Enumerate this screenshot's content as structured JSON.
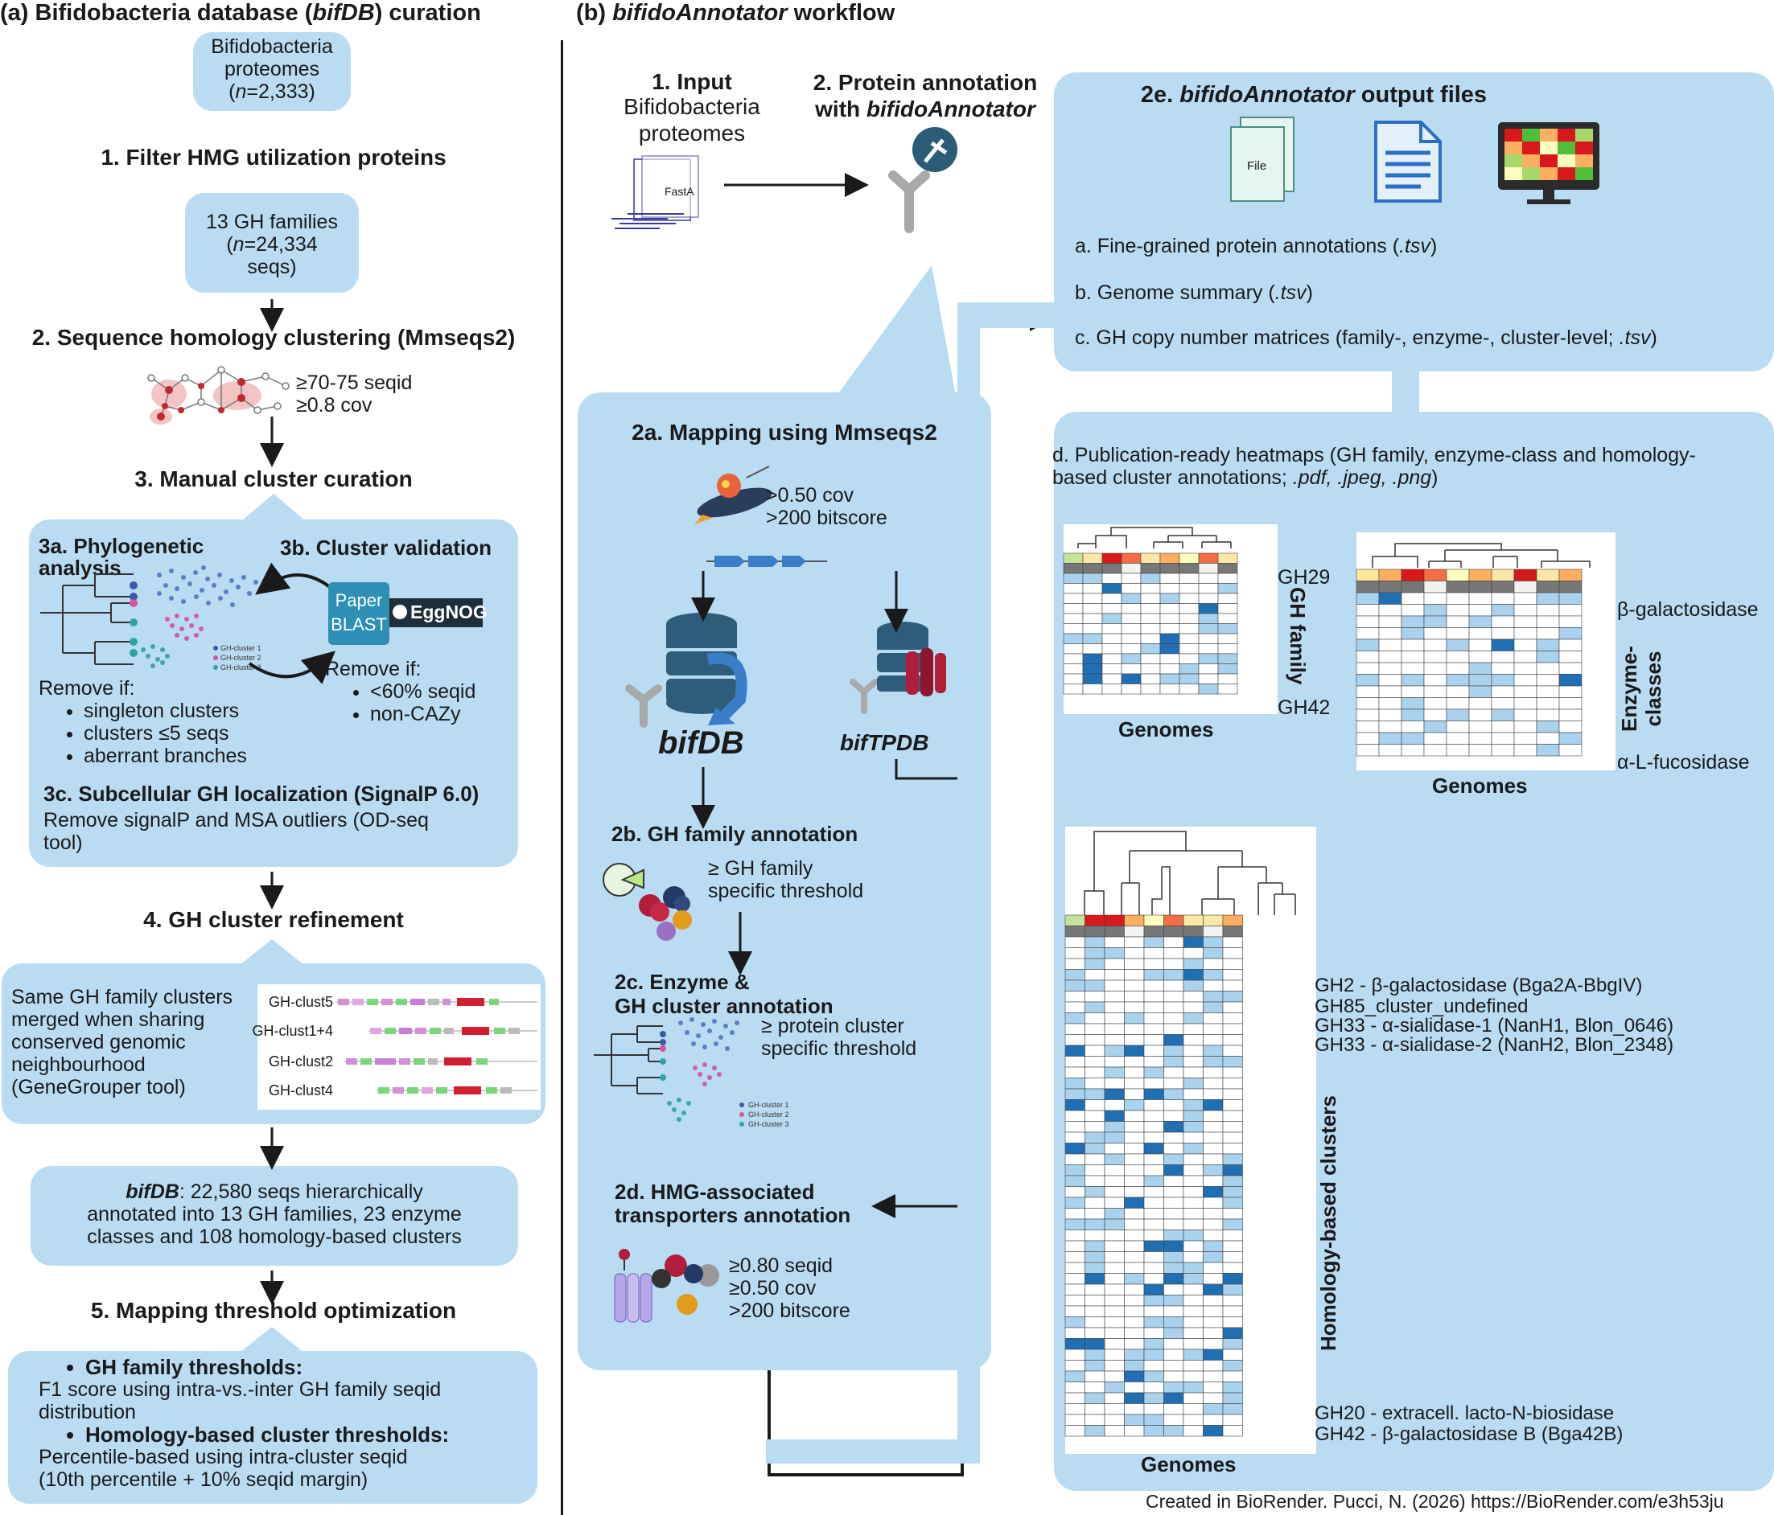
{
  "panel_a": {
    "title_prefix": "(a) Bifidobacteria database (",
    "title_em": "bifDB",
    "title_suffix": ") curation",
    "proteomes": {
      "line1": "Bifidobacteria",
      "line2": "proteomes",
      "n_label": "n",
      "n_value": "=2,333)",
      "open": "("
    },
    "step1": "1. Filter HMG utilization proteins",
    "gh_families": {
      "line1": "13 GH families",
      "open": "(",
      "n_label": "n",
      "n_value": "=24,334",
      "line3": "seqs)"
    },
    "step2": "2. Sequence homology clustering  (Mmseqs2)",
    "cluster_params": {
      "line1": "≥70-75 seqid",
      "line2": "≥0.8 cov"
    },
    "step3": "3. Manual cluster curation",
    "s3a": {
      "line1": "3a. Phylogenetic",
      "line2": "analysis"
    },
    "s3b": "3b. Cluster validation",
    "paper_blast": {
      "line1": "Paper",
      "line2": "BLAST"
    },
    "eggnog": "EggNOG",
    "legend_clusters": [
      "GH-cluster 1",
      "GH-cluster 2",
      "GH-cluster 3"
    ],
    "remove_left": {
      "title": "Remove if:",
      "items": [
        "singleton clusters",
        "clusters ≤5 seqs",
        "aberrant branches"
      ]
    },
    "remove_right": {
      "title": "Remove if:",
      "items": [
        "<60% seqid",
        "non-CAZy"
      ]
    },
    "s3c": "3c. Subcellular GH localization (SignalP 6.0)",
    "s3c_text": {
      "line1": "Remove signalP and MSA outliers (OD-seq",
      "line2": "tool)"
    },
    "step4": "4. GH cluster refinement",
    "refine_text": [
      "Same GH family clusters",
      "merged when sharing",
      "conserved genomic",
      "neighbourhood",
      "(GeneGrouper tool)"
    ],
    "gene_rows": [
      "GH-clust5",
      "GH-clust1+4",
      "GH-clust2",
      "GH-clust4"
    ],
    "bifdb_summary": {
      "em": "bifDB",
      "line1": ": 22,580 seqs hierarchically",
      "line2": "annotated into 13 GH families, 23 enzyme",
      "line3": "classes and 108 homology-based clusters"
    },
    "step5": "5. Mapping threshold optimization",
    "thresholds": {
      "gh_title": "GH family thresholds:",
      "gh_text": [
        "F1 score using intra-vs.-inter GH family seqid",
        "distribution"
      ],
      "hc_title": "Homology-based cluster thresholds:",
      "hc_text": [
        "Percentile-based using intra-cluster seqid",
        "(10th percentile + 10% seqid margin)"
      ]
    }
  },
  "panel_b": {
    "title_prefix": "(b) ",
    "title_em": "bifidoAnnotator",
    "title_suffix": " workflow",
    "input": {
      "title": "1.  Input",
      "line1": "Bifidobacteria",
      "line2": "proteomes",
      "file_label": "FastA"
    },
    "annotation": {
      "line1": "2. Protein annotation",
      "line2_prefix": "with ",
      "line2_em": "bifidoAnnotator"
    },
    "mapping": {
      "title": "2a. Mapping using Mmseqs2",
      "line1": ">0.50 cov",
      "line2": ">200 bitscore"
    },
    "bifdb_label": "bifDB",
    "biftpdb_label": "bifTPDB",
    "s2b": {
      "title": "2b. GH family annotation",
      "line1": "≥ GH family",
      "line2": "specific threshold"
    },
    "s2c": {
      "line1": "2c. Enzyme &",
      "line2": "GH cluster annotation",
      "t1": "≥ protein cluster",
      "t2": "specific threshold"
    },
    "s2d": {
      "line1": "2d. HMG-associated",
      "line2": "transporters annotation",
      "p1": "≥0.80 seqid",
      "p2": "≥0.50 cov",
      "p3": ">200 bitscore"
    },
    "output": {
      "title_prefix": "2e. ",
      "title_em": "bifidoAnnotator",
      "title_suffix": " output files",
      "file_icon_label": "File",
      "a": {
        "text": "a. Fine-grained protein annotations (",
        "em": ".tsv",
        "close": ")"
      },
      "b": {
        "text": "b. Genome summary (",
        "em": ".tsv",
        "close": ")"
      },
      "c": {
        "text": "c. GH copy number matrices (family-, enzyme-, cluster-level; ",
        "em": ".tsv",
        "close": ")"
      }
    },
    "heatmaps": {
      "d_line1": "d. Publication-ready heatmaps (GH family, enzyme-class and homology-",
      "d_line2_prefix": "based cluster annotations; ",
      "d_line2_em": ".pdf, .jpeg, .png",
      "d_line2_suffix": ")",
      "hm1": {
        "top_label": "GH29",
        "bottom_label": "GH42",
        "side_label": "GH family",
        "x_label": "Genomes"
      },
      "hm2": {
        "top_label": "β-galactosidase",
        "bottom_label": "α-L-fucosidase",
        "side_label_1": "Enzyme-",
        "side_label_2": "classes",
        "x_label": "Genomes"
      },
      "hm3": {
        "labels_top": [
          "GH2 - β-galactosidase (Bga2A-BbgIV)",
          "GH85_cluster_undefined",
          "GH33 - α-sialidase-1 (NanH1, Blon_0646)",
          "GH33 - α-sialidase-2 (NanH2, Blon_2348)"
        ],
        "labels_bottom": [
          "GH20 - extracell. lacto-N-biosidase",
          "GH42 - β-galactosidase B (Bga42B)"
        ],
        "side_label": "Homology-based clusters",
        "x_label": "Genomes"
      }
    }
  },
  "credit": "Created in BioRender. Pucci, N. (2026) https://BioRender.com/e3h53ju",
  "colors": {
    "box": "#b9dcf2",
    "arrow": "#1a1a1a",
    "heat_blue": "#1f6fb4",
    "heat_light": "#a9d2ee",
    "heat_dark": "#0c3a7a"
  }
}
